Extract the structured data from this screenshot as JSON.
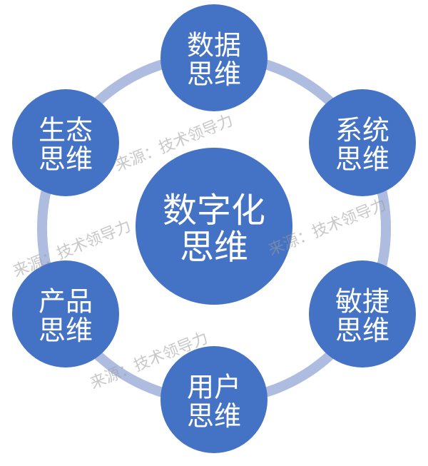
{
  "center": {
    "line1": "数字化",
    "line2": "思维"
  },
  "nodes": [
    {
      "line1": "数据",
      "line2": "思维"
    },
    {
      "line1": "系统",
      "line2": "思维"
    },
    {
      "line1": "敏捷",
      "line2": "思维"
    },
    {
      "line1": "用户",
      "line2": "思维"
    },
    {
      "line1": "产品",
      "line2": "思维"
    },
    {
      "line1": "生态",
      "line2": "思维"
    }
  ],
  "watermark": "来源：技术领导力",
  "colors": {
    "node": "#4472C4",
    "ring": "#AEBCE0",
    "text": "#FFFFFF"
  }
}
